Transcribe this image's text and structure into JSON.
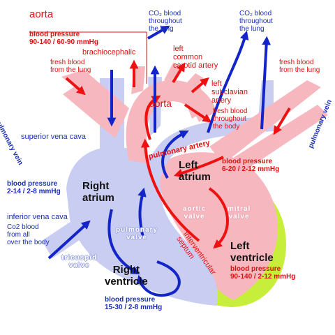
{
  "labels": {
    "aorta_top": "aorta",
    "bp_aorta": "blood pressure\n90-140 / 60-90 mmHg",
    "brachiocephalic": "brachiocephalic",
    "left_carotid": "left\ncommon\ncarotid artery",
    "left_subclavian": "left\nsubclavian\nartery",
    "aorta_mid": "aorta",
    "fresh_body": "fresh blood\nthroughout\nthe body",
    "fresh_lung_left": "fresh blood\nfrom the lung",
    "fresh_lung_right": "fresh blood\nfrom the lung",
    "co2_lung_1": "CO₂ blood\nthroughout\nthe lung",
    "co2_lung_2": "CO₂ blood\nthroughout\nthe lung",
    "pulmonary_vein_left": "pulmonary vein",
    "pulmonary_vein_right": "pulmonary vein",
    "superior_vena_cava": "superior vena cava",
    "pulmonary_artery": "pulmonary artery",
    "bp_left_atrium": "blood pressure\n6-20 / 2-12 mmHg",
    "left_atrium": "Left\natrium",
    "right_atrium": "Right\natrium",
    "bp_right_atrium": "blood pressure\n2-14 / 2-8 mmHg",
    "inferior_vena_cava": "inferior vena cava",
    "co2_body": "Co2 blood\nfrom all\nover the body",
    "aortic_valve": "aortic\nvalve",
    "mitral_valve": "mitral\nvalve",
    "pulmonary_valve": "pulmonary\nvalve",
    "tricuspid_valve": "tricuspid\nvalve",
    "interventricular_septum": "interventricular\nseptum",
    "left_ventricle": "Left\nventricle",
    "bp_left_ventricle": "blood pressure\n90-140 / 2-12 mmHg",
    "right_ventricle": "Right\nventricle",
    "bp_right_ventricle": "blood pressure\n15-30 / 2-8 mmHg"
  },
  "colors": {
    "oxygenated": "#f7b7bf",
    "deoxygenated": "#c9cdf2",
    "muscle": "#c7ee3a",
    "arrow_red": "#ee1111",
    "arrow_blue": "#1325c8",
    "text_blue": "#1a2fb8",
    "text_red": "#e01010"
  }
}
